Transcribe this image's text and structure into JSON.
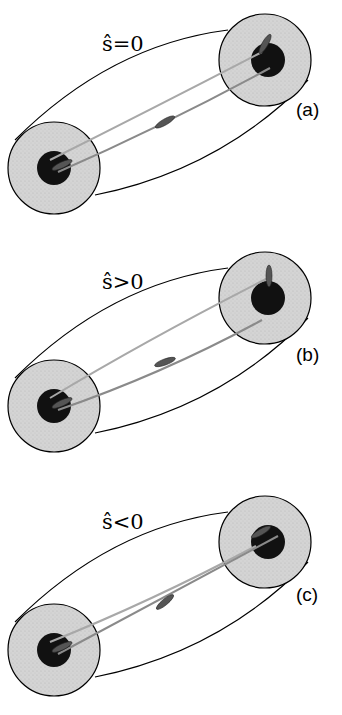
{
  "diagram": {
    "labels": [
      "ŝ=0",
      "(a)",
      "ŝ>0",
      "(b)",
      "ŝ<0",
      "(c)"
    ]
  }
}
